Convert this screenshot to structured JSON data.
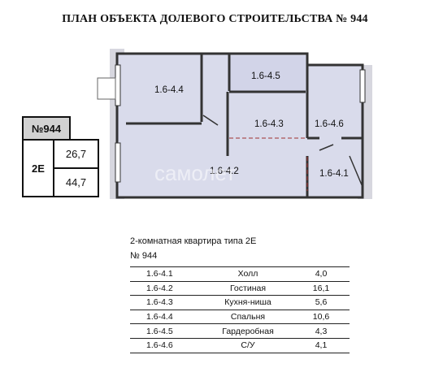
{
  "header": {
    "title": "ПЛАН ОБЪЕКТА ДОЛЕВОГО СТРОИТЕЛЬСТВА № 944"
  },
  "plan": {
    "rooms": [
      {
        "code": "1.6-4.4"
      },
      {
        "code": "1.6-4.5"
      },
      {
        "code": "1.6-4.3"
      },
      {
        "code": "1.6-4.6"
      },
      {
        "code": "1.6-4.2"
      },
      {
        "code": "1.6-4.1"
      }
    ],
    "watermark": "самолет"
  },
  "card": {
    "number": "№944",
    "type": "2Е",
    "living_area": "26,7",
    "total_area": "44,7"
  },
  "description": {
    "line1": "2-комнатная квартира типа 2Е",
    "line2": "№ 944"
  },
  "rooms_table": [
    {
      "code": "1.6-4.1",
      "name": "Холл",
      "area": "4,0"
    },
    {
      "code": "1.6-4.2",
      "name": "Гостиная",
      "area": "16,1"
    },
    {
      "code": "1.6-4.3",
      "name": "Кухня-ниша",
      "area": "5,6"
    },
    {
      "code": "1.6-4.4",
      "name": "Спальня",
      "area": "10,6"
    },
    {
      "code": "1.6-4.5",
      "name": "Гардеробная",
      "area": "4,3"
    },
    {
      "code": "1.6-4.6",
      "name": "С/У",
      "area": "4,1"
    }
  ]
}
